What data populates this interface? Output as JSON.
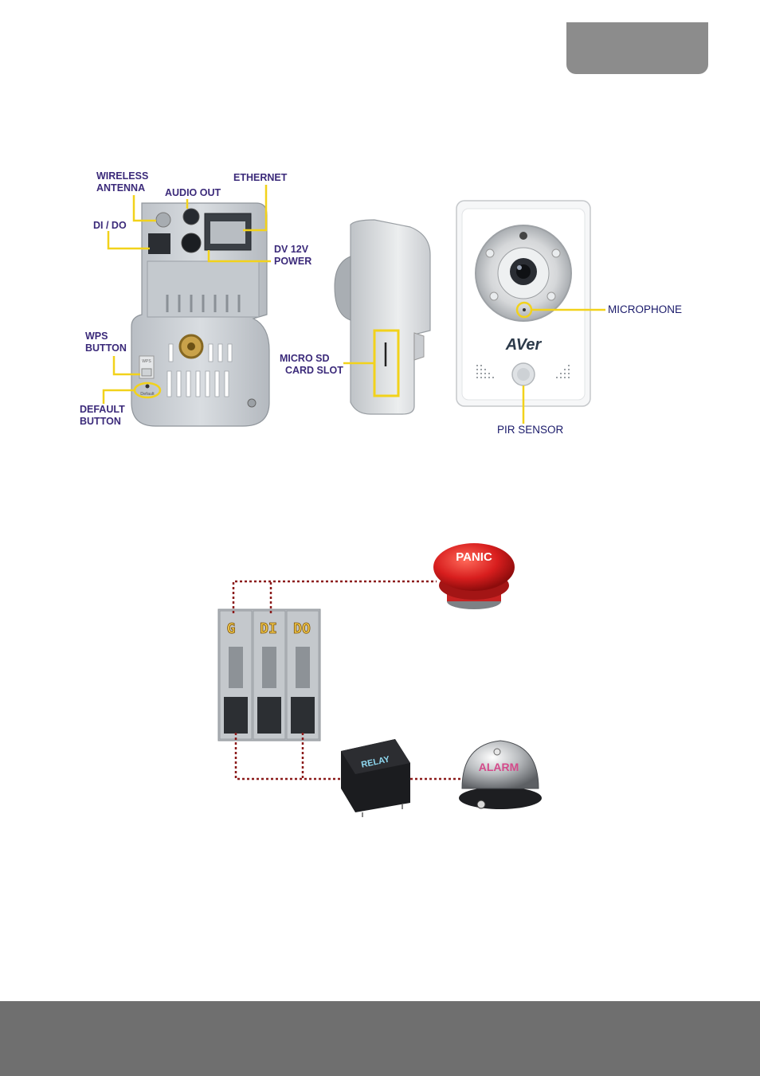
{
  "labels": {
    "wireless_antenna": "WIRELESS\nANTENNA",
    "audio_out": "AUDIO OUT",
    "ethernet": "ETHERNET",
    "di_do": "DI / DO",
    "dv_power": "DV 12V\nPOWER",
    "wps_button": "WPS\nBUTTON",
    "default_button": "DEFAULT\nBUTTON",
    "micro_sd": "MICRO SD\n  CARD SLOT",
    "microphone": "MICROPHONE",
    "pir_sensor": "PIR SENSOR"
  },
  "device_text": {
    "brand": "AVer",
    "wps": "WPS",
    "default": "Default"
  },
  "wiring": {
    "terminal_g": "G",
    "terminal_di": "DI",
    "terminal_do": "DO",
    "panic": "PANIC",
    "relay": "RELAY",
    "alarm": "ALARM"
  },
  "colors": {
    "callout": "#f2d21b",
    "label": "#3b2a7a",
    "wire": "#8b1a1a"
  }
}
